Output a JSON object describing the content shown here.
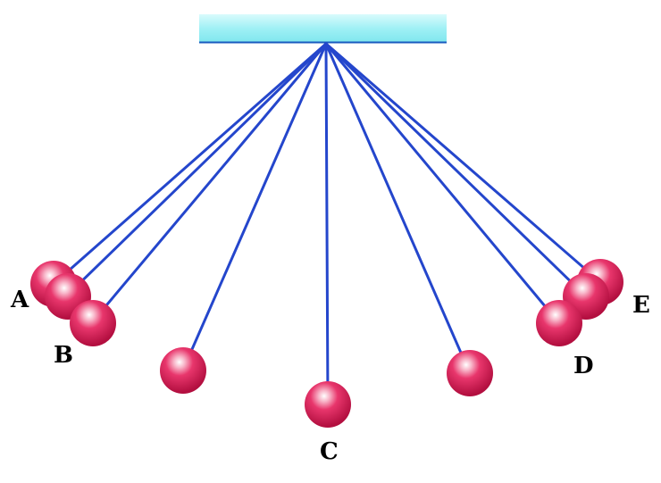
{
  "labels": {
    "a": "A",
    "b": "B",
    "c": "C",
    "d": "D",
    "e": "E"
  },
  "colors": {
    "support": "#9ff3f7",
    "support_edge": "#1a5bbf",
    "string": "#2446cc",
    "ball": "#e0245e",
    "ball_highlight": "#ffffff",
    "ball_shadow": "#b0103e"
  }
}
